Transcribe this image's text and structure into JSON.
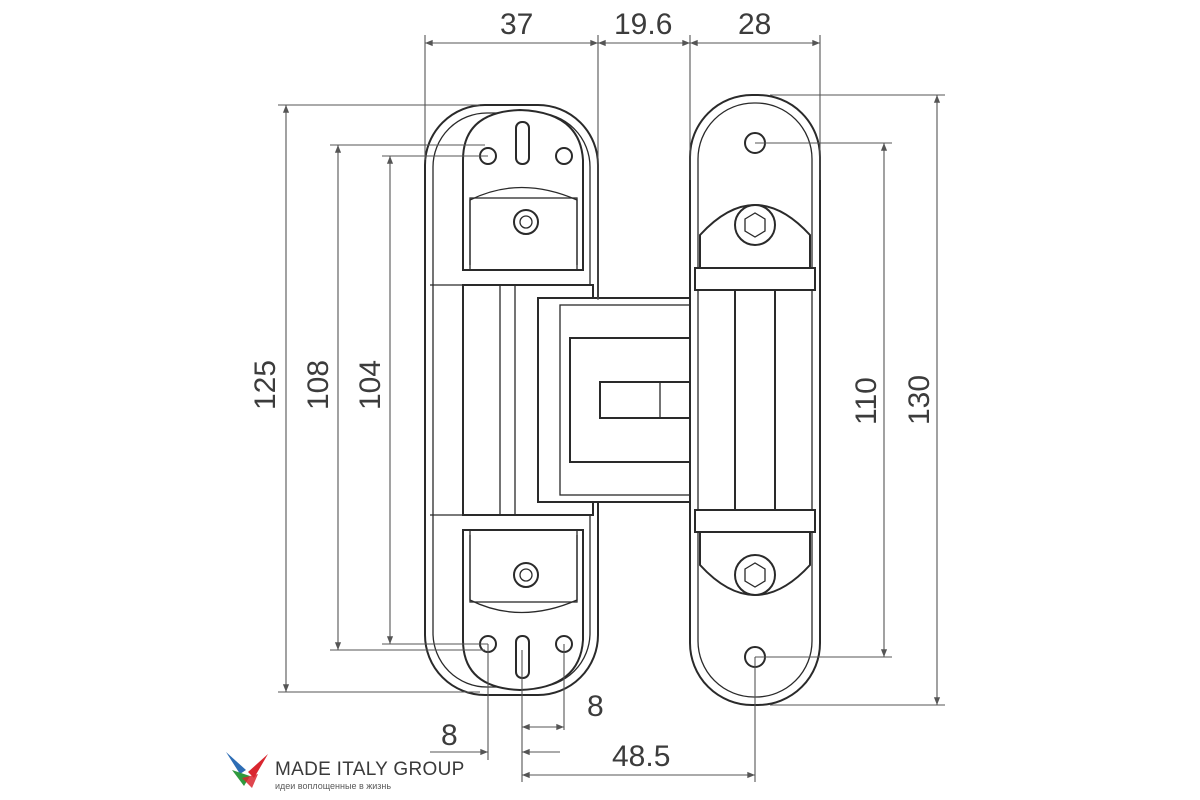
{
  "dimensions": {
    "top_left_width": "37",
    "top_gap": "19.6",
    "top_right_width": "28",
    "left_height_outer": "125",
    "left_height_mid": "108",
    "left_height_inner": "104",
    "right_height_inner": "110",
    "right_height_outer": "130",
    "bottom_left_offset": "8",
    "bottom_slot_offset": "8",
    "bottom_hole_distance": "48.5"
  },
  "brand": {
    "name": "MADE ITALY GROUP",
    "slogan": "идеи воплощенные в жизнь",
    "colors": {
      "red": "#d9262f",
      "green": "#2f9a3e",
      "blue": "#2d6db5"
    }
  }
}
